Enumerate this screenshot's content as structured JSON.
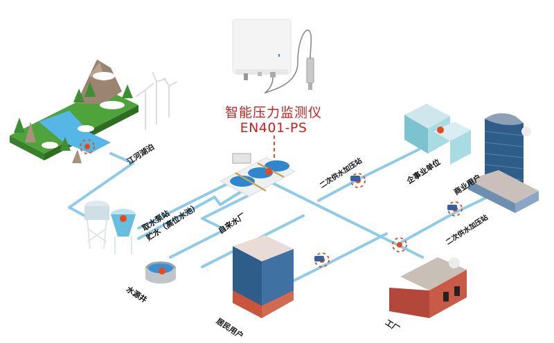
{
  "device": {
    "name": "智能压力监测仪",
    "model": "EN401-PS"
  },
  "colors": {
    "pipe": "#8fcbe6",
    "accent_red": "#c8201e",
    "marker": "#e8481f",
    "marker_ring": "#c75a3a"
  },
  "nodes": [
    {
      "id": "rivers-lakes",
      "label": "江河湖泊"
    },
    {
      "id": "pump-station",
      "label": "取水泵站"
    },
    {
      "id": "storage",
      "label": "贮水（高位水池）"
    },
    {
      "id": "water-source-well",
      "label": "水源井"
    },
    {
      "id": "waterworks",
      "label": "自来水厂"
    },
    {
      "id": "booster-station-1",
      "label": "二次供水加压站"
    },
    {
      "id": "institution",
      "label": "企事业单位"
    },
    {
      "id": "commercial",
      "label": "商业用户"
    },
    {
      "id": "booster-station-2",
      "label": "二次供水加压站"
    },
    {
      "id": "residential",
      "label": "居民用户"
    },
    {
      "id": "factory",
      "label": "工厂"
    }
  ]
}
